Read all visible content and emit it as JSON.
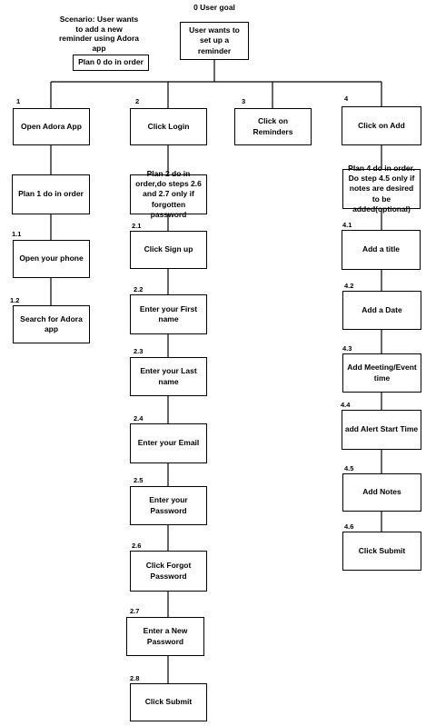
{
  "goal": {
    "number": "0 User goal",
    "label": "User wants to set up a reminder"
  },
  "scenario": "Scenario: User wants to add a new reminder using Adora app",
  "plan0": "Plan 0 do in order",
  "tasks": [
    {
      "number": "1",
      "label": "Open Adora App"
    },
    {
      "number": "2",
      "label": "Click Login"
    },
    {
      "number": "3",
      "label": "Click on Reminders"
    },
    {
      "number": "4",
      "label": "Click on Add"
    }
  ],
  "plans": {
    "p1": "Plan 1 do in order",
    "p2": "Plan 2 do in order,do steps 2.6 and 2.7 only if forgotten password",
    "p4": "Plan 4 do in order. Do step 4.5 only if notes are desired to be added(optional)"
  },
  "subtasks1": [
    {
      "number": "1.1",
      "label": "Open your phone"
    },
    {
      "number": "1.2",
      "label": "Search for Adora app"
    }
  ],
  "subtasks2": [
    {
      "number": "2.1",
      "label": "Click Sign up"
    },
    {
      "number": "2.2",
      "label": "Enter your First name"
    },
    {
      "number": "2.3",
      "label": "Enter your Last name"
    },
    {
      "number": "2.4",
      "label": "Enter your Email"
    },
    {
      "number": "2.5",
      "label": "Enter your Password"
    },
    {
      "number": "2.6",
      "label": "Click Forgot Password"
    },
    {
      "number": "2.7",
      "label": "Enter a New Password"
    },
    {
      "number": "2.8",
      "label": "Click Submit"
    }
  ],
  "subtasks4": [
    {
      "number": "4.1",
      "label": "Add a title"
    },
    {
      "number": "4.2",
      "label": "Add a Date"
    },
    {
      "number": "4.3",
      "label": "Add Meeting/Event time"
    },
    {
      "number": "4.4",
      "label": "add Alert Start Time"
    },
    {
      "number": "4.5",
      "label": "Add Notes"
    },
    {
      "number": "4.6",
      "label": "Click Submit"
    }
  ]
}
